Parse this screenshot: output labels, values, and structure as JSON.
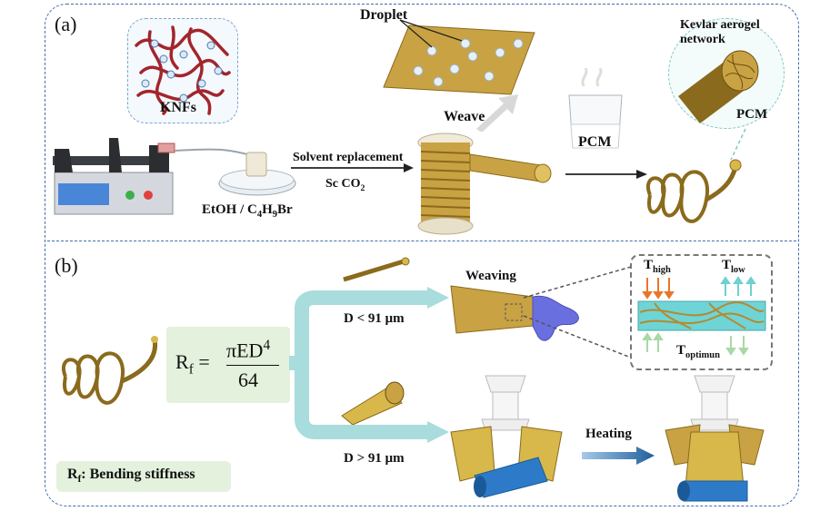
{
  "panels": {
    "a": "(a)",
    "b": "(b)"
  },
  "labels": {
    "knfs": "KNFs",
    "droplet": "Droplet",
    "weave": "Weave",
    "solvent_replacement": "Solvent replacement",
    "sc_co2": "Sc CO",
    "sc_co2_sub": "2",
    "etoh_prefix": "EtOH / C",
    "etoh_sub1": "4",
    "etoh_mid": "H",
    "etoh_sub2": "9",
    "etoh_suffix": "Br",
    "pcm_beaker": "PCM",
    "kevlar_line1": "Kevlar aerogel",
    "kevlar_line2": "network",
    "pcm_fiber": "PCM",
    "weaving": "Weaving",
    "t_high_main": "T",
    "t_high_sub": "high",
    "t_low_main": "T",
    "t_low_sub": "low",
    "t_opt_main": "T",
    "t_opt_sub": "optimun",
    "d_small": "D < 91 μm",
    "d_large": "D > 91 μm",
    "heating": "Heating",
    "formula_lhs_main": "R",
    "formula_lhs_sub": "f",
    "formula_num": "πED",
    "formula_num_sup": "4",
    "formula_den": "64",
    "stiffness_main": "R",
    "stiffness_sub": "f",
    "stiffness_text": ": Bending stiffness"
  },
  "colors": {
    "frame": "#3f6fa8",
    "fiber": "#b58a2e",
    "gold": "#d8b84a",
    "arrow_teal": "#a9dcdc",
    "arrow_dark": "#1f5f9c",
    "knf_red": "#a3252c",
    "glove": "#6a6fe0"
  }
}
